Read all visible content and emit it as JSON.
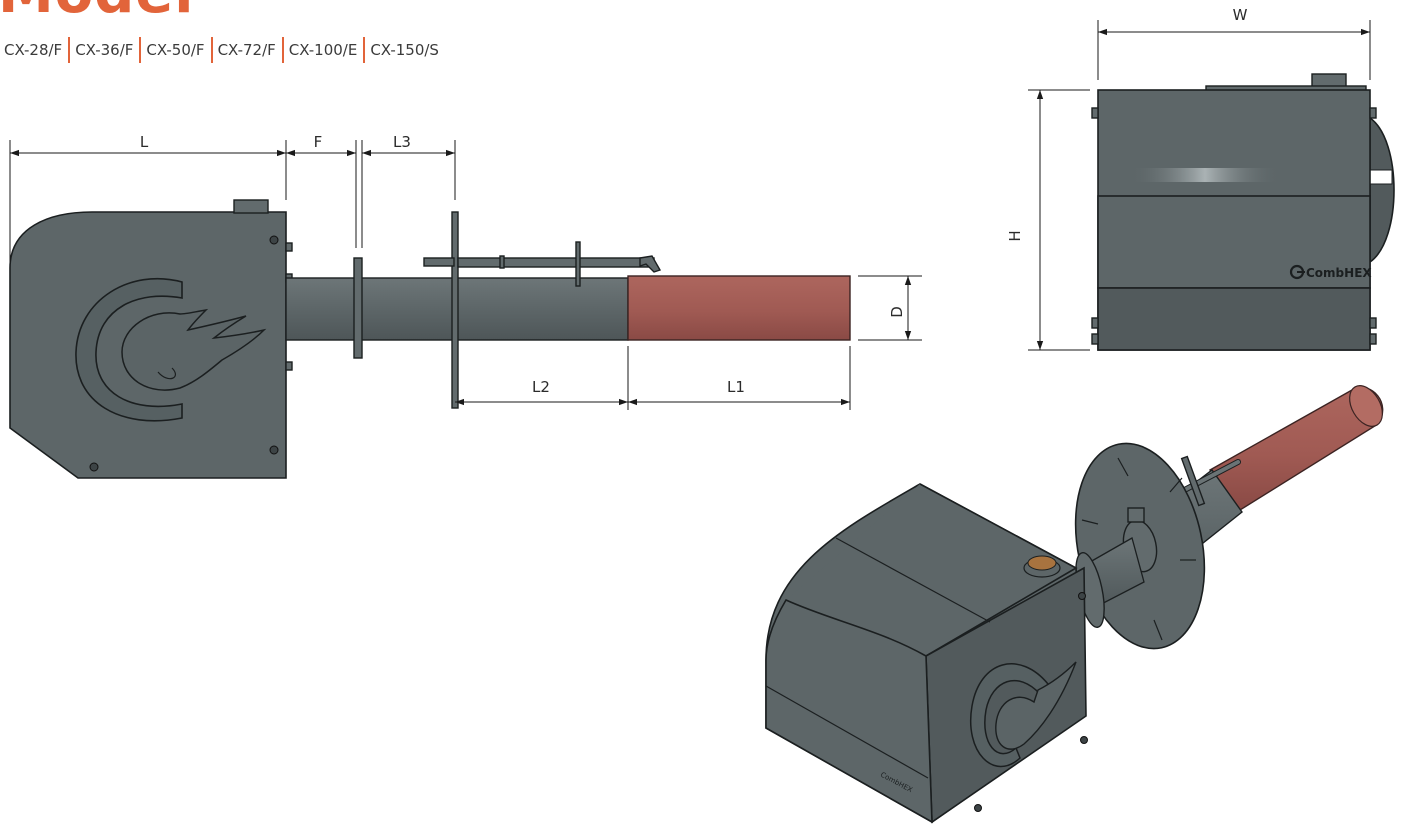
{
  "header": {
    "title": "Model"
  },
  "models": [
    "CX-28/F",
    "CX-36/F",
    "CX-50/F",
    "CX-72/F",
    "CX-100/E",
    "CX-150/S"
  ],
  "dimensions": {
    "L": "L",
    "F": "F",
    "L3": "L3",
    "D": "D",
    "L2": "L2",
    "L1": "L1",
    "W": "W",
    "H": "H"
  },
  "brand": {
    "logo_text": "CombHEX"
  },
  "colors": {
    "accent": "#e2643a",
    "body": "#5d6668",
    "tube_tip": "#a45c55",
    "text": "#3b3b3b"
  }
}
